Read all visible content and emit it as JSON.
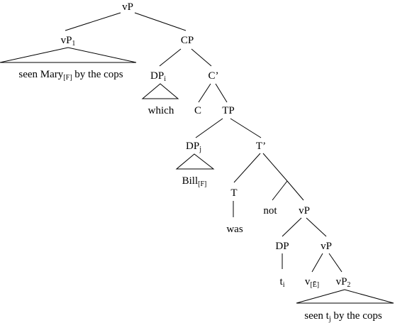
{
  "tree": {
    "labels": {
      "root": {
        "base": "vP",
        "sub": ""
      },
      "vp1": {
        "base": "vP",
        "sub": "1"
      },
      "vp1_text": {
        "base": "seen Mary",
        "sub": "[F]",
        "tail": " by the cops"
      },
      "cp": {
        "base": "CP",
        "sub": ""
      },
      "dpi": {
        "base": "DP",
        "sub": "i"
      },
      "which": {
        "base": "which",
        "sub": ""
      },
      "cbar": {
        "base": "C’",
        "sub": ""
      },
      "c": {
        "base": "C",
        "sub": ""
      },
      "tp": {
        "base": "TP",
        "sub": ""
      },
      "dpj": {
        "base": "DP",
        "sub": "j"
      },
      "bill": {
        "base": "Bill",
        "sub": "[F]"
      },
      "tbar": {
        "base": "T’",
        "sub": ""
      },
      "t": {
        "base": "T",
        "sub": ""
      },
      "was": {
        "base": "was",
        "sub": ""
      },
      "not": {
        "base": "not",
        "sub": ""
      },
      "vp_a": {
        "base": "vP",
        "sub": ""
      },
      "dp2": {
        "base": "DP",
        "sub": ""
      },
      "ti": {
        "base": "t",
        "sub": "i"
      },
      "vp_b": {
        "base": "vP",
        "sub": ""
      },
      "v": {
        "base": "v",
        "sub": "[Ē]"
      },
      "vp2": {
        "base": "vP",
        "sub": "2"
      },
      "vp2_text": {
        "base": "seen t",
        "sub": "j",
        "tail": " by the cops"
      }
    }
  }
}
